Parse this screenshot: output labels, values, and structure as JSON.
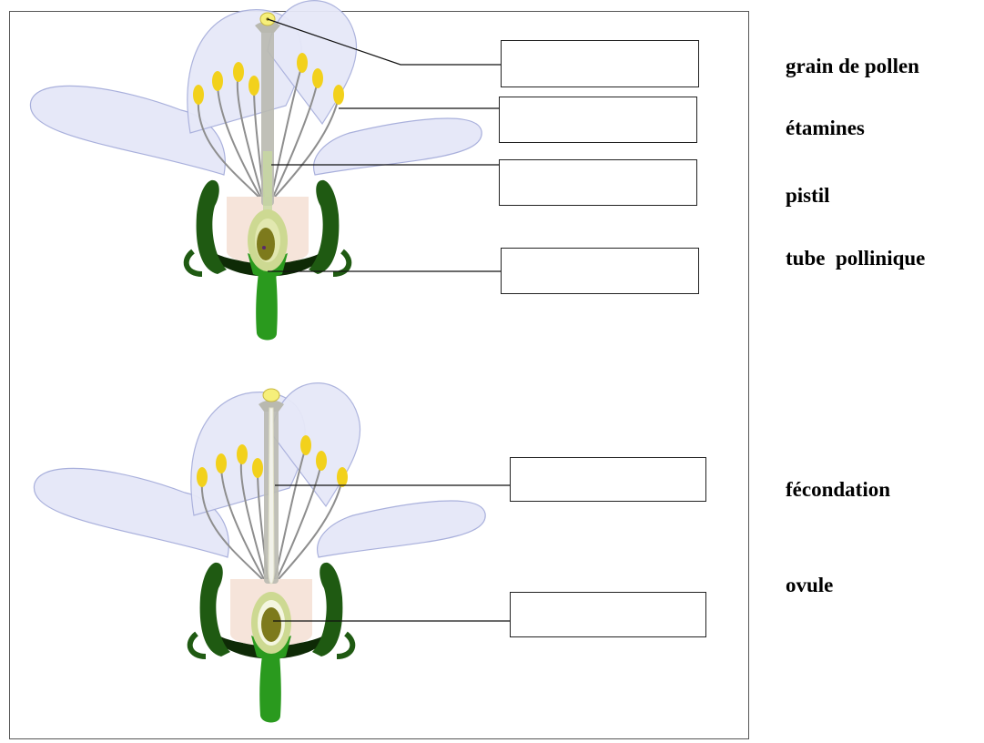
{
  "word_bank": [
    "grain de pollen",
    "étamines",
    "pistil",
    "tube  pollinique",
    "fécondation",
    "ovule"
  ],
  "answer_boxes": [
    {
      "value": ""
    },
    {
      "value": ""
    },
    {
      "value": ""
    },
    {
      "value": ""
    },
    {
      "value": ""
    },
    {
      "value": ""
    }
  ],
  "colors": {
    "petal_fill": "#e6e8f8",
    "petal_stroke": "#a9b0dc",
    "anther": "#f2d11c",
    "filament": "#8e8e8e",
    "sepal": "#1f5a12",
    "receptacle": "#0e2a06",
    "stem": "#2a9a1e",
    "ovary": "#f6e4da",
    "pistil": "#a8c07a",
    "ovule": "#7d7a1c",
    "pollen": "#f6ef7a"
  }
}
